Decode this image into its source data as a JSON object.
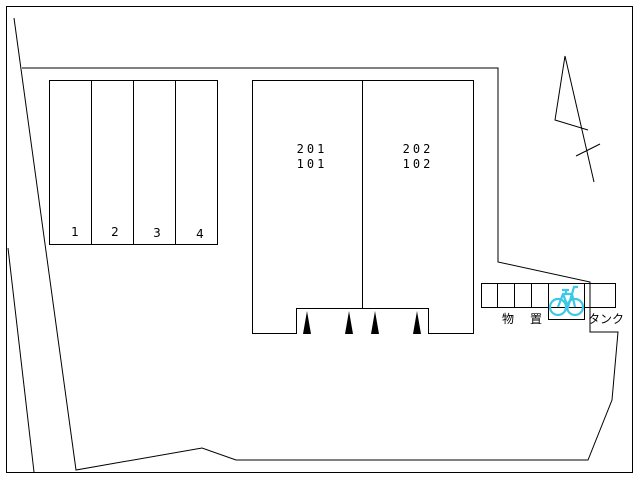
{
  "parking": {
    "spaces": [
      "1",
      "2",
      "3",
      "4"
    ]
  },
  "building": {
    "units_left": [
      "201",
      "101"
    ],
    "units_right": [
      "202",
      "102"
    ]
  },
  "facilities": {
    "storage_chars": [
      "物",
      "置"
    ],
    "tank_label": "タンク"
  },
  "colors": {
    "bike_icon": "#3cc8e8",
    "line": "#000000"
  },
  "icons": {
    "bicycle": "bicycle-icon",
    "entrance": "entrance-arrow-icon"
  }
}
